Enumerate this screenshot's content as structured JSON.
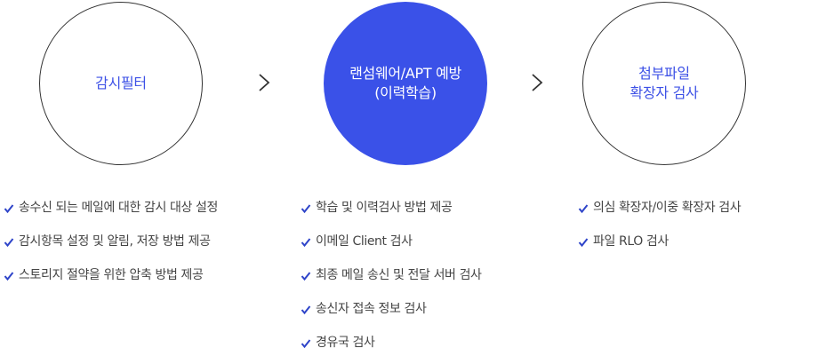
{
  "steps": [
    {
      "lines": [
        "감시필터"
      ]
    },
    {
      "lines": [
        "랜섬웨어/APT 예방",
        "(이력학습)"
      ]
    },
    {
      "lines": [
        "첨부파일",
        "확장자 검사"
      ]
    }
  ],
  "lists": [
    {
      "items": [
        "송수신 되는 메일에 대한 감시 대상 설정",
        "감시항목 설정 및 알림, 저장 방법 제공",
        "스토리지 절약을 위한 압축 방법 제공"
      ]
    },
    {
      "items": [
        "학습 및 이력검사 방법 제공",
        "이메일 Client 검사",
        "최종 메일 송신 및 전달 서버 검사",
        "송신자 접속 정보 검사",
        "경유국 검사"
      ]
    },
    {
      "items": [
        "의심 확장자/이중 확장자 검사",
        "파일 RLO 검사"
      ]
    }
  ],
  "icons": {
    "arrow": "chevron-right-icon",
    "bullet": "checkmark-icon"
  },
  "colors": {
    "accent": "#3a51e8",
    "text": "#444444",
    "circle_border": "#333333",
    "check": "#2e44c9"
  }
}
